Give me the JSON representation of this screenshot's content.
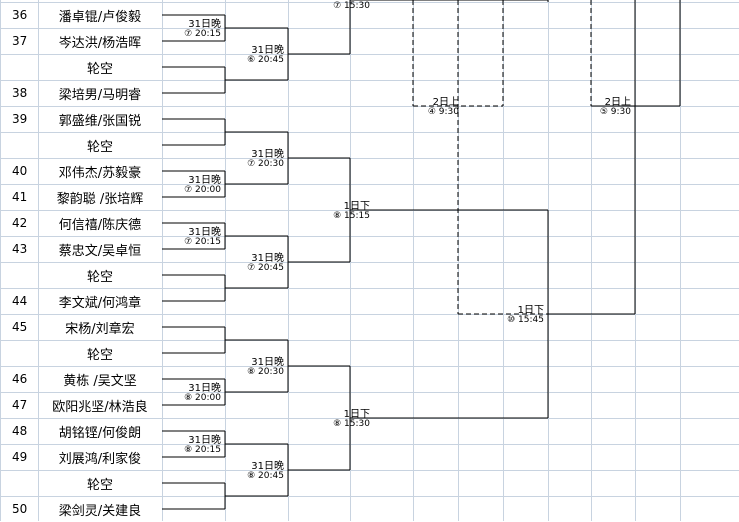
{
  "players": [
    {
      "no": "36",
      "name": "潘卓锟/卢俊毅"
    },
    {
      "no": "37",
      "name": "岑达洪/杨浩晖"
    },
    {
      "no": "",
      "name": "轮空"
    },
    {
      "no": "38",
      "name": "梁培男/马明睿"
    },
    {
      "no": "39",
      "name": "郭盛维/张国锐"
    },
    {
      "no": "",
      "name": "轮空"
    },
    {
      "no": "40",
      "name": "邓伟杰/苏毅豪"
    },
    {
      "no": "41",
      "name": "黎韵聪 /张培辉"
    },
    {
      "no": "42",
      "name": "何信禧/陈庆德"
    },
    {
      "no": "43",
      "name": "蔡忠文/吴卓恒"
    },
    {
      "no": "",
      "name": "轮空"
    },
    {
      "no": "44",
      "name": "李文斌/何鸿章"
    },
    {
      "no": "45",
      "name": "宋杨/刘章宏"
    },
    {
      "no": "",
      "name": "轮空"
    },
    {
      "no": "46",
      "name": "黄栋  /吴文坚"
    },
    {
      "no": "47",
      "name": "欧阳兆坚/林浩良"
    },
    {
      "no": "48",
      "name": "胡铭铿/何俊朗"
    },
    {
      "no": "49",
      "name": "刘展鸿/利家俊"
    },
    {
      "no": "",
      "name": "轮空"
    },
    {
      "no": "50",
      "name": "梁剑灵/关建良"
    }
  ],
  "matches": {
    "m1": {
      "label": "31日晚",
      "time": "⑦ 20:15"
    },
    "m2": {
      "label": "31日晚",
      "time": "⑥ 20:45"
    },
    "m3": {
      "label": "31日晚",
      "time": "⑦ 20:30"
    },
    "m4": {
      "label": "31日晚",
      "time": "⑦ 20:00"
    },
    "m5": {
      "label": "31日晚",
      "time": "⑦ 20:15"
    },
    "m6": {
      "label": "31日晚",
      "time": "⑦ 20:45"
    },
    "m7": {
      "label": "31日晚",
      "time": "⑧ 20:30"
    },
    "m8": {
      "label": "31日晚",
      "time": "⑧ 20:00"
    },
    "m9": {
      "label": "31日晚",
      "time": "⑧ 20:15"
    },
    "m10": {
      "label": "31日晚",
      "time": "⑧ 20:45"
    },
    "r2a": {
      "label": "",
      "time": "⑦ 15:30"
    },
    "r2b": {
      "label": "1日下",
      "time": "⑧ 15:15"
    },
    "r2c": {
      "label": "1日下",
      "time": "⑧ 15:30"
    },
    "r3": {
      "label": "1日下",
      "time": "⑩ 15:45"
    },
    "r4a": {
      "label": "2日上",
      "time": "④ 9:30"
    },
    "r4b": {
      "label": "2日上",
      "time": "⑤ 9:30"
    }
  },
  "colors": {
    "grid": "#c8d3e0",
    "line": "#000000"
  }
}
